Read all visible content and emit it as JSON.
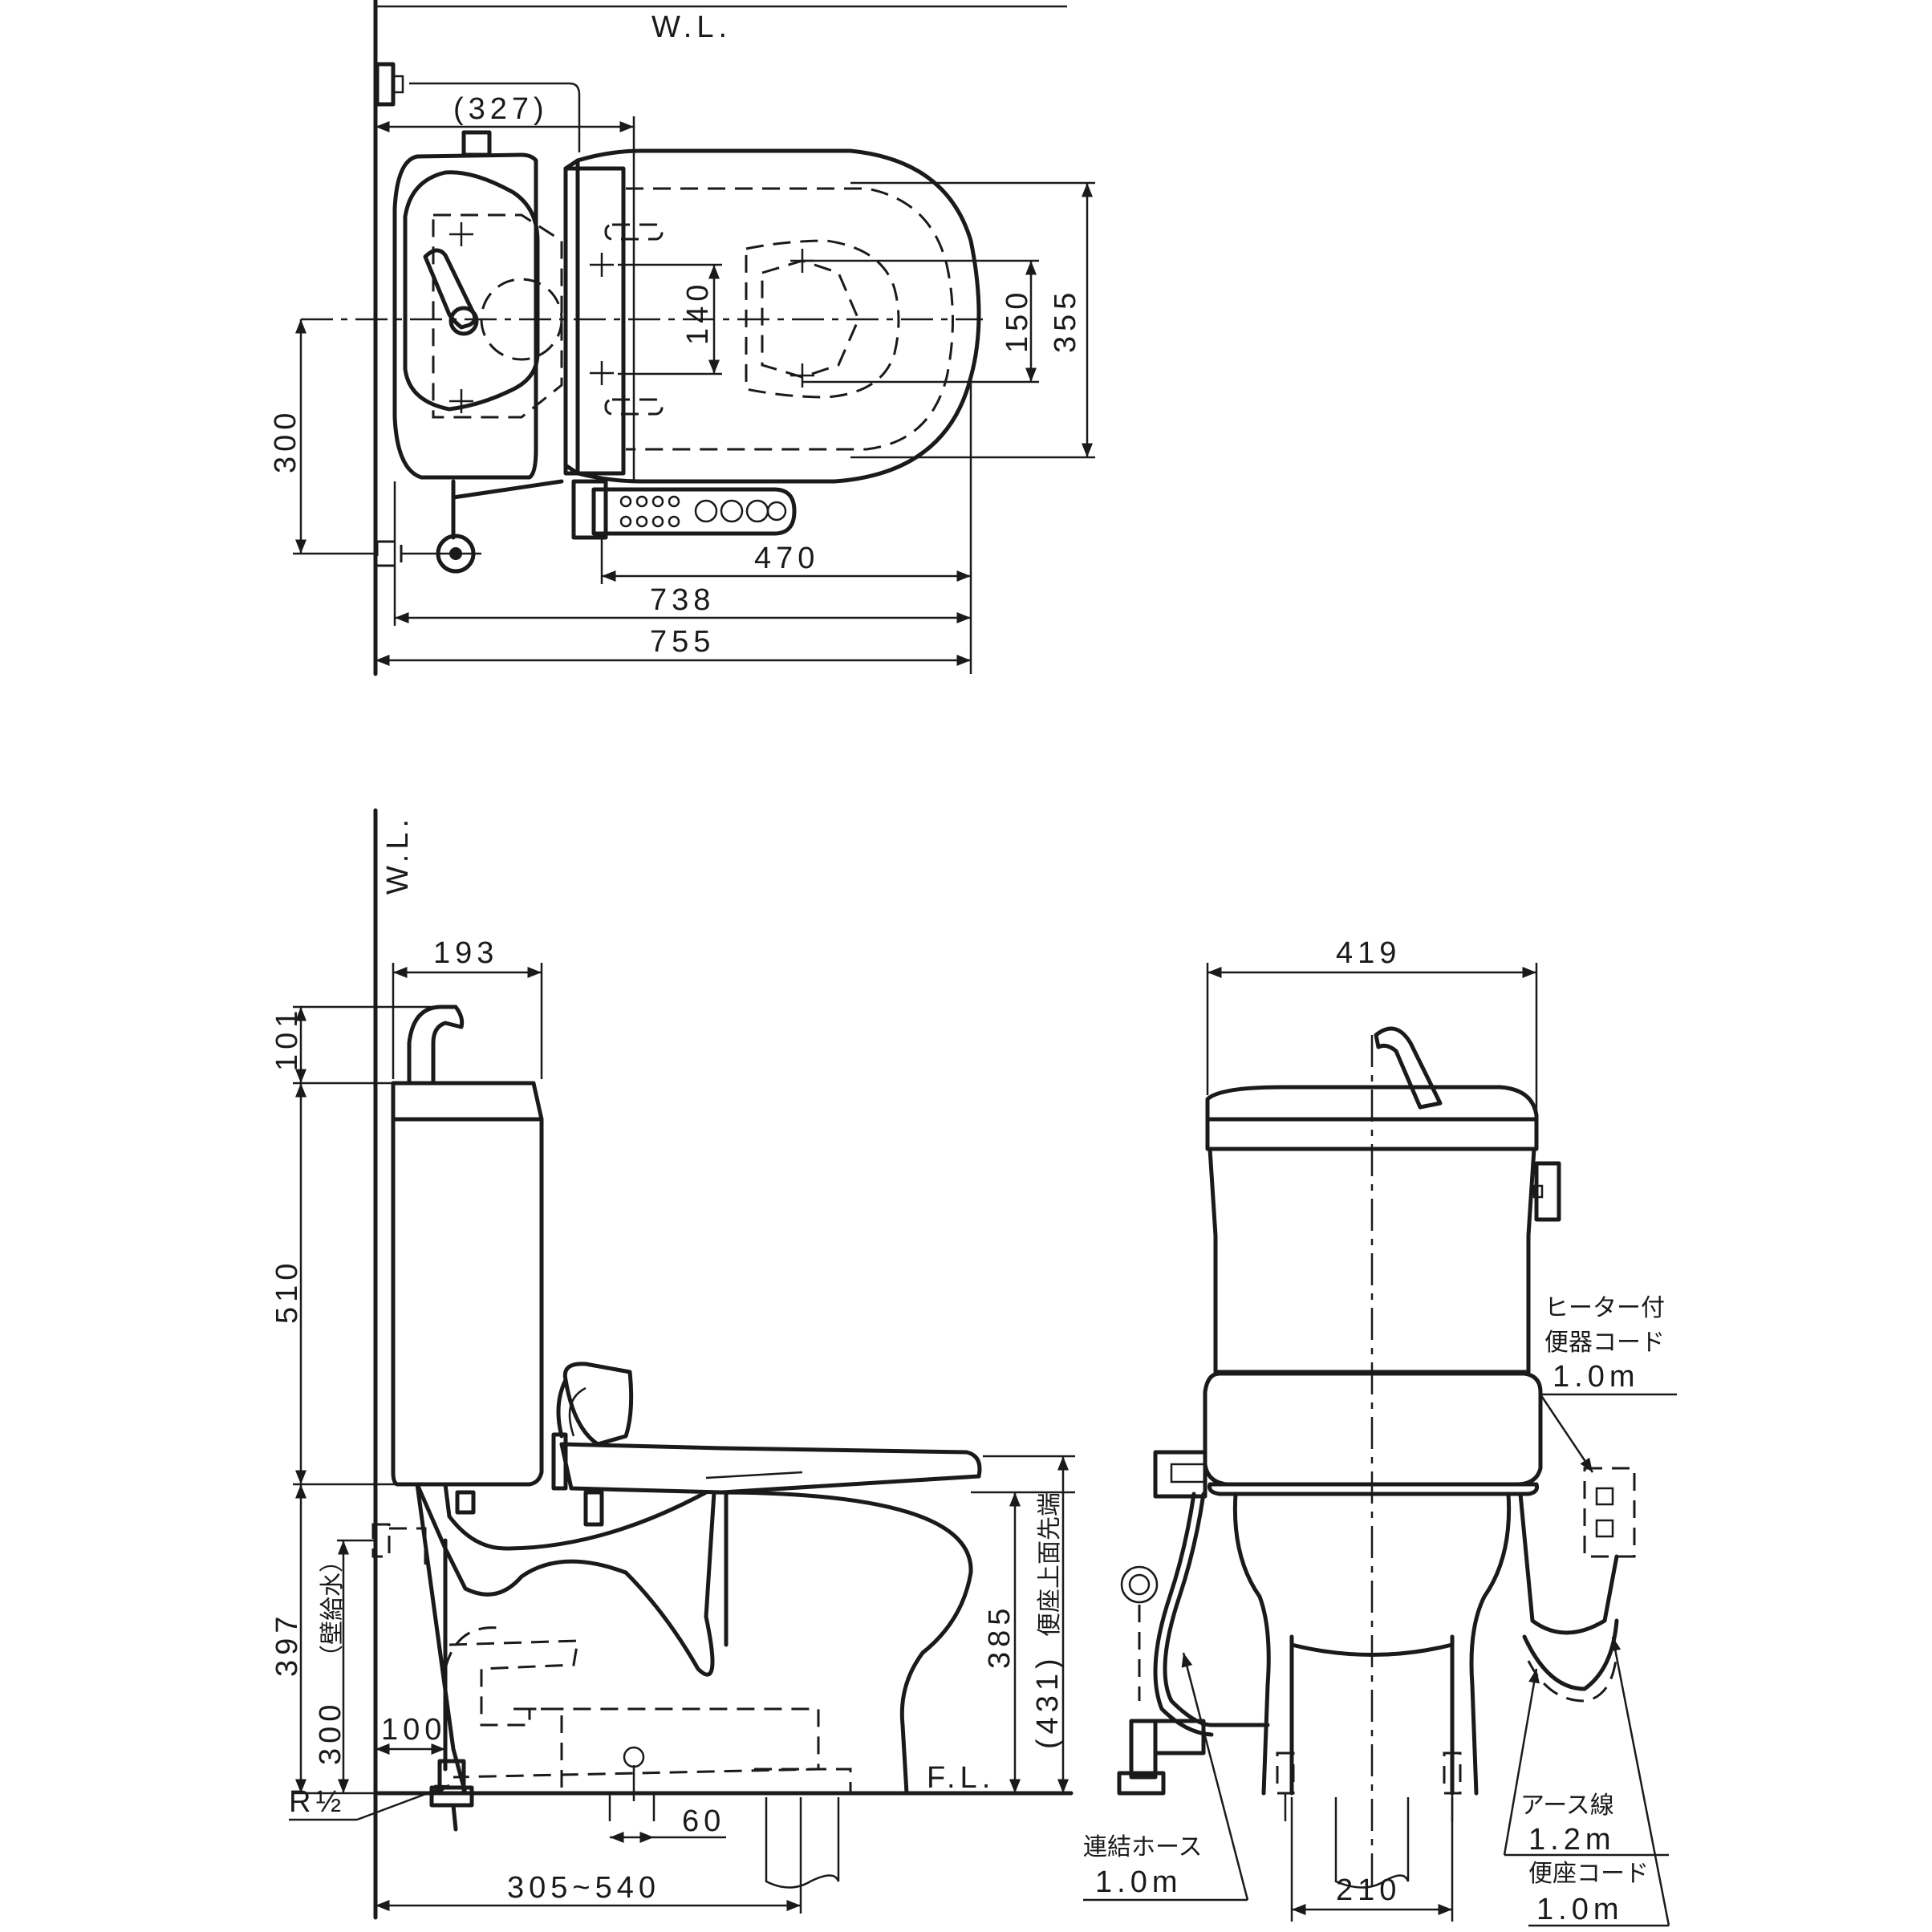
{
  "labels": {
    "wl_top": "W.L.",
    "wl_side": "W.L.",
    "fl": "F.L.",
    "r_half": "R½",
    "wall_supply": "（壁給水）",
    "seat_tip": "便座上面先端",
    "heater_cord_line1": "ヒーター付",
    "heater_cord_line2": "便器コード",
    "heater_cord_len": "1.0m",
    "hose": "連結ホース",
    "hose_len": "1.0m",
    "earth": "アース線",
    "earth_len": "1.2m",
    "seat_cord": "便座コード",
    "seat_cord_len": "1.0m"
  },
  "dimensions": {
    "top_tank_depth": "(327)",
    "top_140": "140",
    "top_150": "150",
    "top_355": "355",
    "top_300": "300",
    "top_470": "470",
    "top_738": "738",
    "top_755": "755",
    "side_193": "193",
    "side_101": "101",
    "side_510": "510",
    "side_397": "397",
    "side_300": "300",
    "side_100": "100",
    "side_385": "385",
    "side_431": "(431)",
    "side_60": "60",
    "side_range": "305~540",
    "front_419": "419",
    "front_210": "210"
  }
}
